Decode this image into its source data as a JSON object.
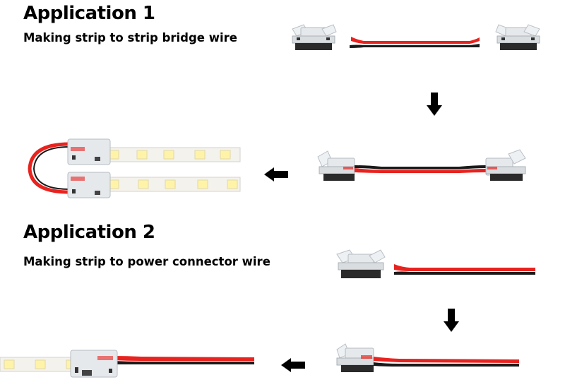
{
  "sections": [
    {
      "title": "Application 1",
      "subtitle": "Making strip to strip bridge wire",
      "steps": [
        {
          "step": "parts",
          "items": [
            "clip-connector",
            "red-black-wire",
            "clip-connector"
          ]
        },
        {
          "step": "assembled",
          "items": [
            "clip-connector",
            "red-black-wire",
            "clip-connector"
          ]
        },
        {
          "step": "installed",
          "items": [
            "led-strip",
            "bridge-wire",
            "led-strip"
          ]
        }
      ],
      "arrows": [
        "down",
        "left"
      ]
    },
    {
      "title": "Application 2",
      "subtitle": "Making strip to power connector wire",
      "steps": [
        {
          "step": "parts",
          "items": [
            "clip-connector",
            "red-black-wire"
          ]
        },
        {
          "step": "assembled",
          "items": [
            "clip-connector",
            "red-black-wire"
          ]
        },
        {
          "step": "installed",
          "items": [
            "led-strip",
            "clip-connector",
            "red-black-wire"
          ]
        }
      ],
      "arrows": [
        "down",
        "left"
      ]
    }
  ],
  "colors": {
    "background": "#ffffff",
    "text": "#000000",
    "wire_red": "#e8231f",
    "wire_black": "#1a1a1a",
    "strip": "#f4f2ec",
    "led": "#fff3a8",
    "connector": "#e6e9ec"
  }
}
